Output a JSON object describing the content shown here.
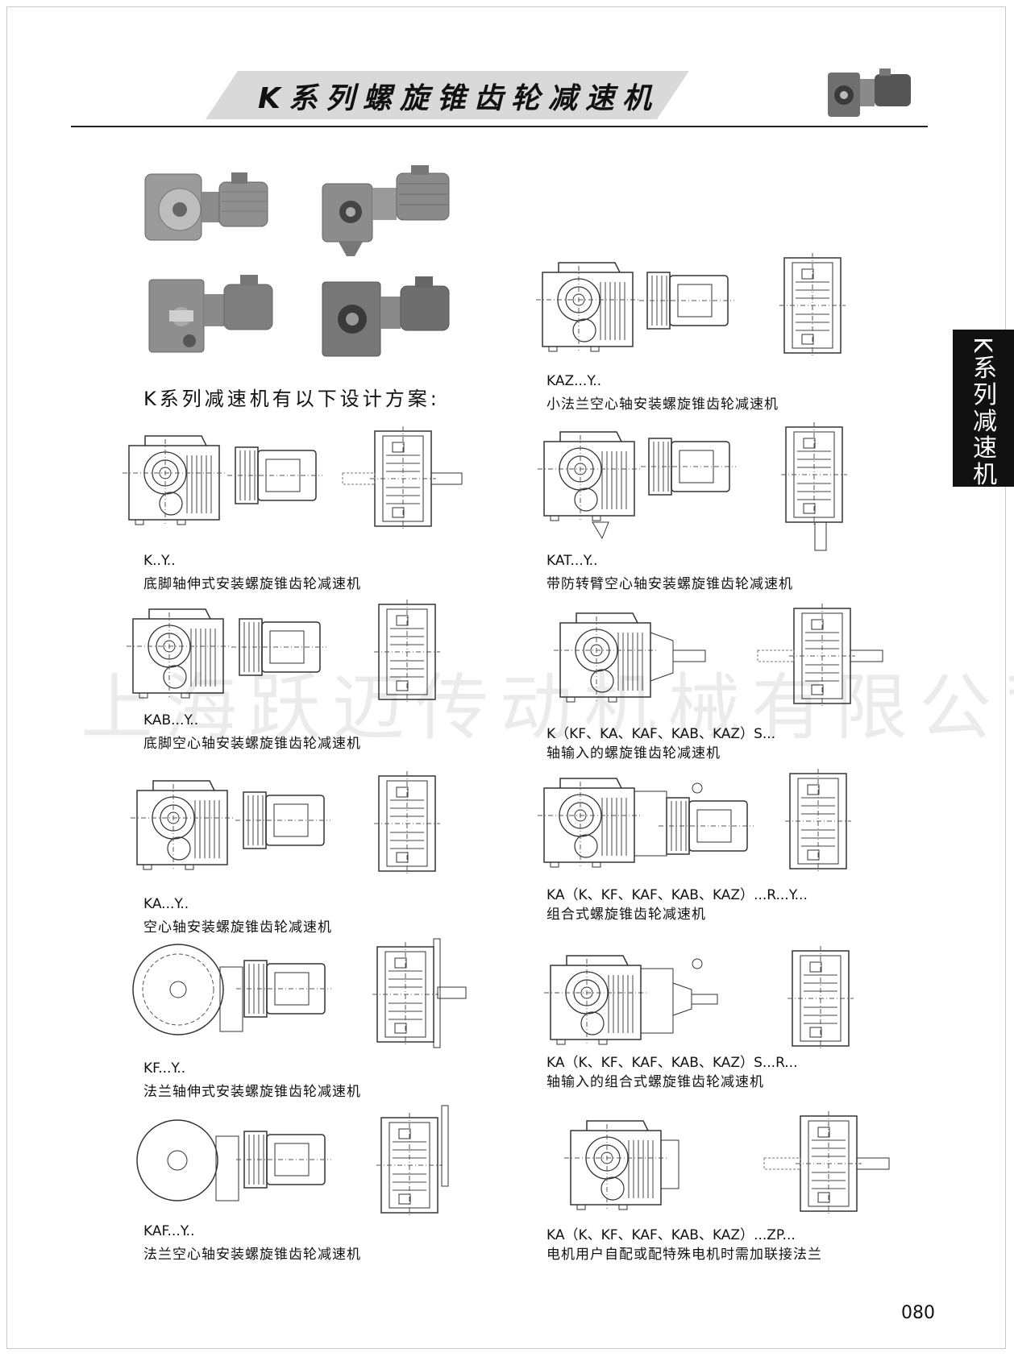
{
  "title": "K系列螺旋锥齿轮减速机",
  "side_tab": "K系列减速机",
  "intro": "K系列减速机有以下设计方案:",
  "watermark": "上海跃迈传动机械有限公司",
  "page_number": "080",
  "left_items": [
    {
      "code": "K..Y..",
      "desc": "底脚轴伸式安装螺旋锥齿轮减速机"
    },
    {
      "code": "KAB...Y..",
      "desc": "底脚空心轴安装螺旋锥齿轮减速机"
    },
    {
      "code": "KA...Y..",
      "desc": "空心轴安装螺旋锥齿轮减速机"
    },
    {
      "code": "KF...Y..",
      "desc": "法兰轴伸式安装螺旋锥齿轮减速机"
    },
    {
      "code": "KAF...Y..",
      "desc": "法兰空心轴安装螺旋锥齿轮减速机"
    }
  ],
  "right_items": [
    {
      "code": "KAZ...Y..",
      "desc": "小法兰空心轴安装螺旋锥齿轮减速机"
    },
    {
      "code": "KAT...Y..",
      "desc": "带防转臂空心轴安装螺旋锥齿轮减速机"
    },
    {
      "code": "K（KF、KA、KAF、KAB、KAZ）S...",
      "desc": "轴输入的螺旋锥齿轮减速机"
    },
    {
      "code": "KA（K、KF、KAF、KAB、KAZ）...R...Y...",
      "desc": "组合式螺旋锥齿轮减速机"
    },
    {
      "code": "KA（K、KF、KAF、KAB、KAZ）S...R...",
      "desc": "轴输入的组合式螺旋锥齿轮减速机"
    },
    {
      "code": "KA（K、KF、KAF、KAB、KAZ）...ZP...",
      "desc": "电机用户自配或配特殊电机时需加联接法兰"
    }
  ]
}
